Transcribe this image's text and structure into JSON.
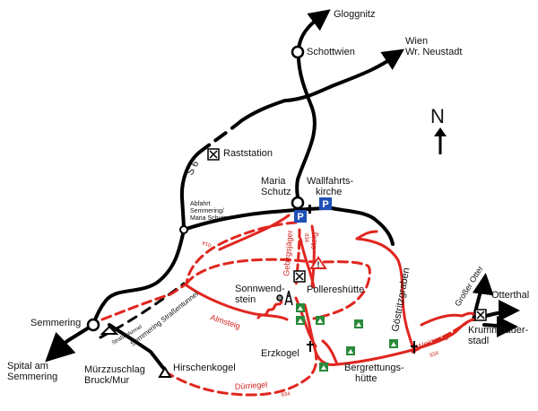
{
  "colors": {
    "road": "#000000",
    "trail": "#e0261f",
    "parking": "#1f4fb8",
    "hut": "#2a8a3a"
  },
  "places": {
    "gloggnitz": "Gloggnitz",
    "schottwien": "Schottwien",
    "wien": "Wien",
    "wr_neustadt": "Wr. Neustadt",
    "raststation": "Raststation",
    "s6": "S 6",
    "maria_schutz_1": "Maria",
    "maria_schutz_2": "Schutz",
    "wallfahrts_1": "Wallfahrts-",
    "wallfahrts_2": "kirche",
    "abfahrt_1": "Abfahrt",
    "abfahrt_2": "Semmering/",
    "abfahrt_3": "Maria Schutz",
    "sonnwend_1": "Sonnwend-",
    "sonnwend_2": "stein",
    "pollereshuette": "Pollereshütte",
    "semmering": "Semmering",
    "spital_1": "Spital am",
    "spital_2": "Semmering",
    "muerz_1": "Mürzzuschlag",
    "muerz_2": "Bruck/Mur",
    "hirschenkogel": "Hirschenkogel",
    "erzkogel": "Erzkogel",
    "bergrettung_1": "Bergrettungs-",
    "bergrettung_2": "hütte",
    "krummbauer_1": "Krummbauer-",
    "krummbauer_2": "stadl",
    "otterthal": "Otterthal",
    "grosser_otter": "Großer Otter",
    "goestritzgraben": "Göstritzgraben",
    "north": "N"
  },
  "trails": {
    "gebirgsjaeger": "Gebirgsjäger",
    "steig": "steig",
    "almsteig": "Almsteig",
    "weinweg": "Weinweg",
    "duerriegel": "Dürriegel",
    "semmering_strassentunnel": "Semmering Straßentunnel",
    "tunnel": "Straßentunnel"
  },
  "markers": {
    "parking": "P",
    "route_834a": "834",
    "route_834b": "834",
    "route_834c": "834",
    "route_01a": "01A",
    "warning": "!"
  }
}
